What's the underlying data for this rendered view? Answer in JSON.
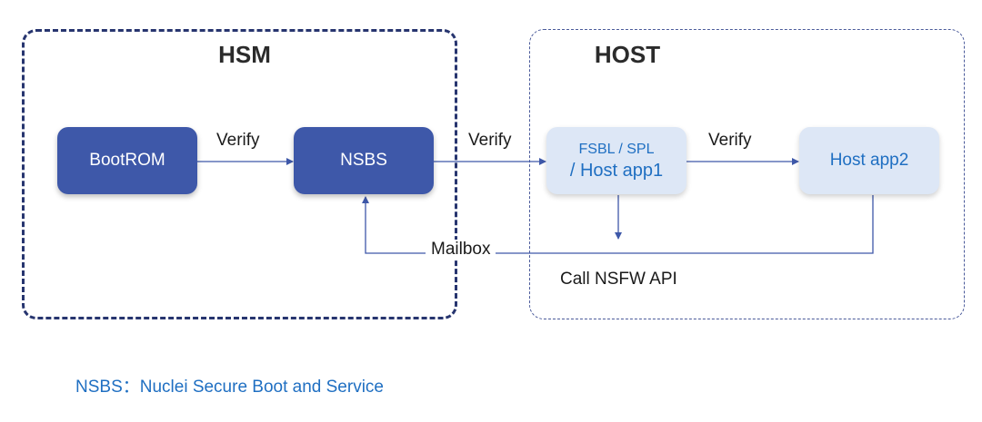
{
  "regions": {
    "hsm": {
      "title": "HSM"
    },
    "host": {
      "title": "HOST"
    }
  },
  "nodes": {
    "bootrom": "BootROM",
    "nsbs": "NSBS",
    "fsbl_line1": "FSBL / SPL",
    "fsbl_line2": "/ Host app1",
    "hostapp2": "Host app2"
  },
  "edges": {
    "verify1": "Verify",
    "verify2": "Verify",
    "verify3": "Verify",
    "mailbox": "Mailbox",
    "call_api": "Call NSFW API"
  },
  "footnote": "NSBS：Nuclei Secure Boot and Service",
  "colors": {
    "region_border": "#27356f",
    "dark_box": "#3e58a9",
    "light_box": "#dde7f6",
    "accent_text": "#1f6fc2",
    "connector": "#3e58a9"
  }
}
